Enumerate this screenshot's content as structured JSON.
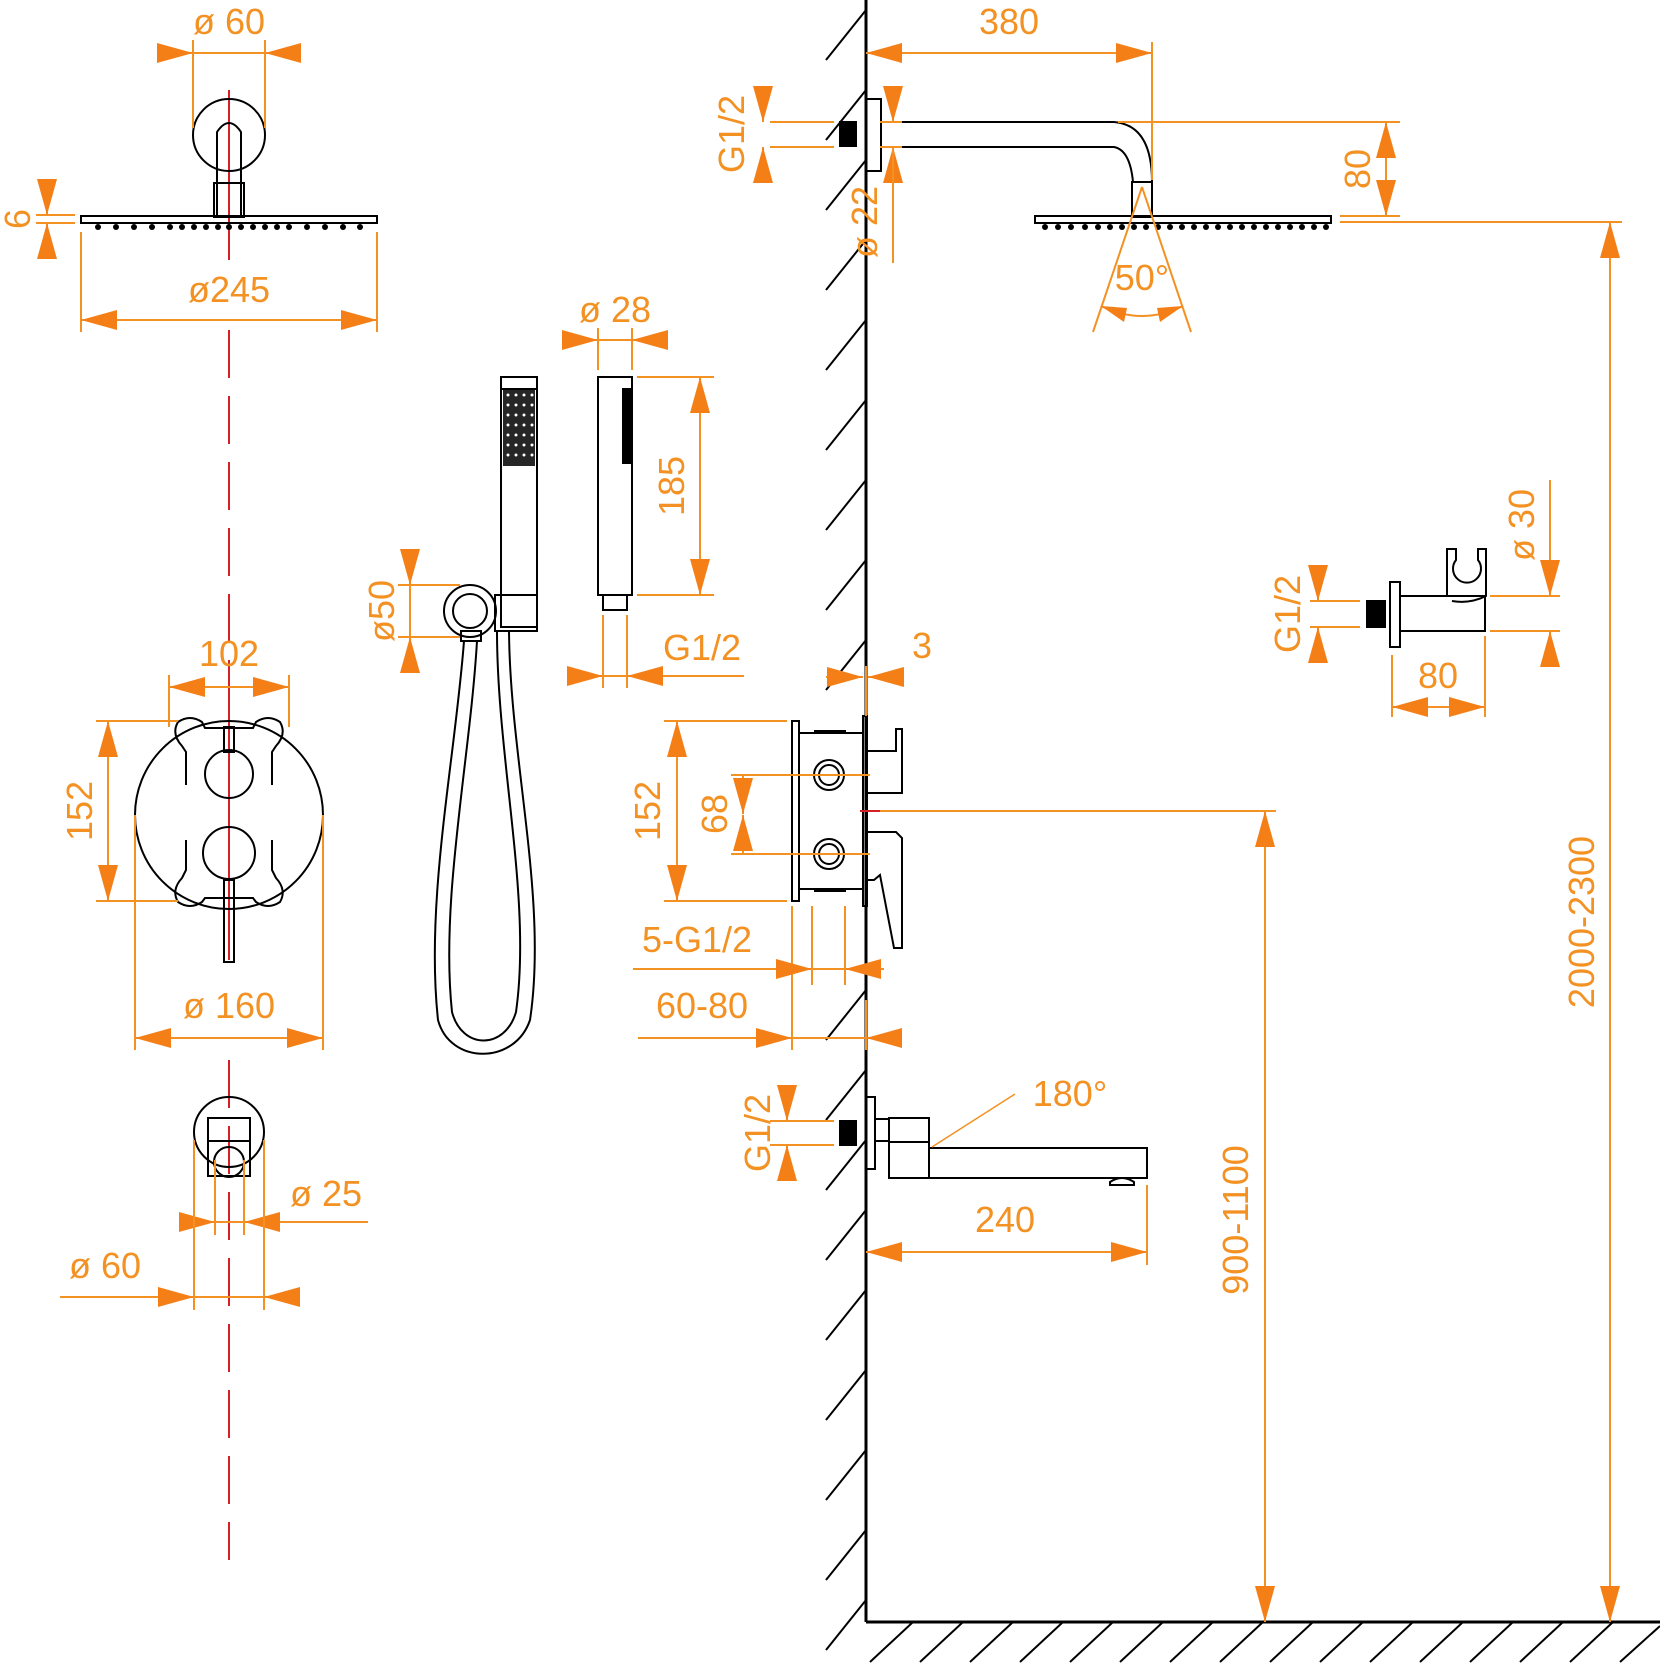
{
  "title": "Concealed thermostatic shower system – dimension drawing",
  "colors": {
    "dimension": "#F39123",
    "arrow": "#F57F17",
    "centerline": "#D42027",
    "outline": "#000000"
  },
  "labels": {
    "flange_top_dia": "ø 60",
    "head_thickness": "6",
    "head_dia": "ø245",
    "arm_length": "380",
    "arm_inlet": "G1/2",
    "arm_dia": "ø 22",
    "arm_drop": "80",
    "spray_angle": "50°",
    "handshower_dia": "ø 28",
    "handshower_length": "185",
    "outlet_dia": "ø50",
    "handshower_thread": "G1/2",
    "holder_dia": "ø 30",
    "holder_inlet": "G1/2",
    "holder_length": "80",
    "plate_width": "102",
    "plate_height": "152",
    "plate_dia": "ø 160",
    "spout_flange_dia": "ø 60",
    "spout_dia": "ø 25",
    "plate_offset": "3",
    "valve_height": "152",
    "valve_ports_spacing": "68",
    "valve_ports": "5-G1/2",
    "install_depth": "60-80",
    "valve_height_from_floor": "900-1100",
    "head_height_from_floor": "2000-2300",
    "spout_inlet": "G1/2",
    "spout_rotation": "180°",
    "spout_length": "240"
  }
}
